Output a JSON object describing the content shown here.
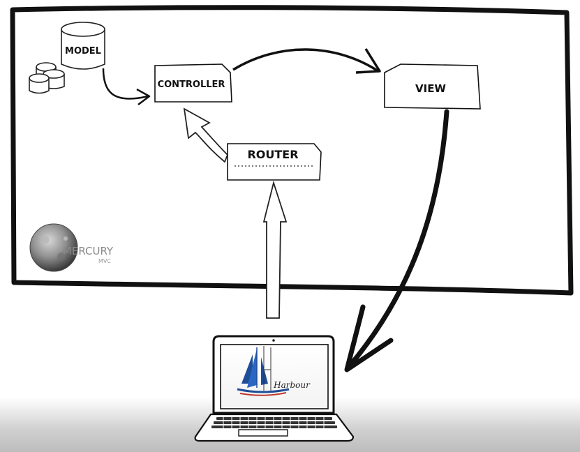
{
  "diagram": {
    "model_label": "MODEL",
    "controller_label": "CONTROLLER",
    "view_label": "VIEW",
    "router_label": "ROUTER",
    "mercury_title": "MERCURY",
    "mercury_subtitle": "MVC",
    "harbour_logo_text": "Harbour"
  },
  "colors": {
    "stroke": "#111111",
    "mercury_text": "#8a8a8a",
    "logo_blue": "#1f4d97",
    "logo_red": "#c0392b"
  }
}
